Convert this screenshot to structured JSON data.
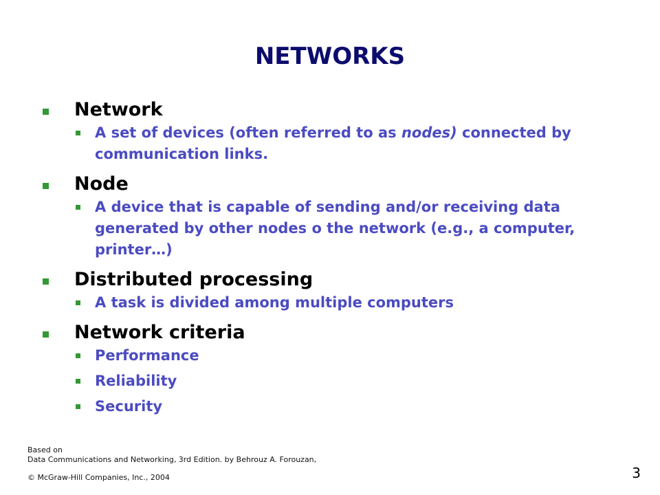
{
  "slide": {
    "title": "NETWORKS",
    "sections": [
      {
        "heading": "Network",
        "items": [
          {
            "before": "A set of devices (often referred to as ",
            "em": "nodes)",
            "after": " connected by communication links."
          }
        ]
      },
      {
        "heading": "Node",
        "items": [
          {
            "text": "A device that is capable of sending and/or receiving data generated by other nodes o the network (e.g., a computer, printer…)"
          }
        ]
      },
      {
        "heading": "Distributed processing",
        "items": [
          {
            "text": "A task is divided among multiple computers"
          }
        ]
      },
      {
        "heading": "Network criteria",
        "items": [
          {
            "text": "Performance"
          },
          {
            "text": "Reliability"
          },
          {
            "text": "Security"
          }
        ]
      }
    ],
    "footer": {
      "line1": "Based on",
      "line2": "Data Communications  and Networking, 3rd Edition. by Behrouz A. Forouzan,",
      "line3": "© McGraw-Hill Companies, Inc., 2004"
    },
    "page_number": "3"
  }
}
